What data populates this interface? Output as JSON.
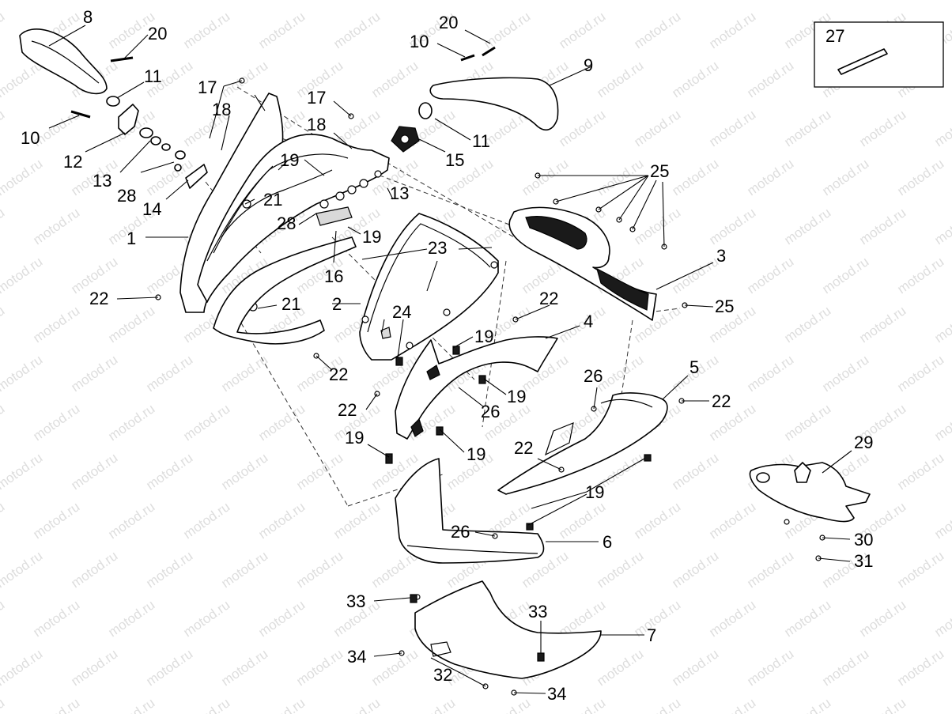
{
  "watermark": "motod.ru",
  "callouts": {
    "c1": "1",
    "c2": "2",
    "c3": "3",
    "c4": "4",
    "c5": "5",
    "c6": "6",
    "c7": "7",
    "c8": "8",
    "c9": "9",
    "c10a": "10",
    "c10b": "10",
    "c11a": "11",
    "c11b": "11",
    "c12": "12",
    "c13a": "13",
    "c13b": "13",
    "c14": "14",
    "c15": "15",
    "c16": "16",
    "c17a": "17",
    "c17b": "17",
    "c18a": "18",
    "c18b": "18",
    "c19a": "19",
    "c19b": "19",
    "c19c": "19",
    "c19d": "19",
    "c19e": "19",
    "c19f": "19",
    "c19g": "19",
    "c20a": "20",
    "c20b": "20",
    "c21a": "21",
    "c21b": "21",
    "c22a": "22",
    "c22b": "22",
    "c22c": "22",
    "c22d": "22",
    "c22e": "22",
    "c22f": "22",
    "c23": "23",
    "c24": "24",
    "c25a": "25",
    "c25b": "25",
    "c26a": "26",
    "c26b": "26",
    "c26c": "26",
    "c27": "27",
    "c28a": "28",
    "c28b": "28",
    "c29": "29",
    "c30": "30",
    "c31": "31",
    "c32": "32",
    "c33a": "33",
    "c33b": "33",
    "c34a": "34",
    "c34b": "34"
  }
}
